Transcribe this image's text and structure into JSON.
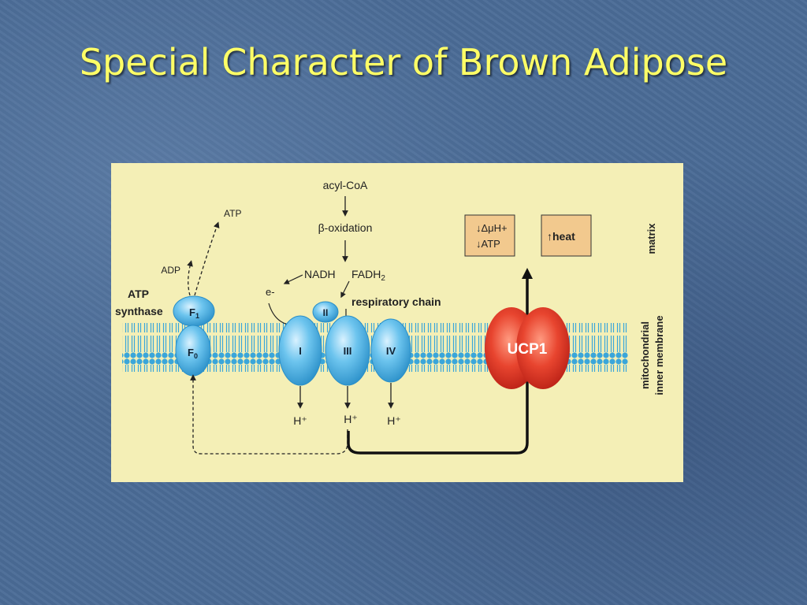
{
  "slide": {
    "title": "Special Character of Brown Adipose"
  },
  "diagram": {
    "colors": {
      "background": "#f4efb6",
      "membrane": "#3ea3d6",
      "protein": "#5fb8e6",
      "ucp1": "#e23a2a",
      "box": "#f2c98e"
    },
    "labels": {
      "acyl_coa": "acyl-CoA",
      "beta_oxidation": "β-oxidation",
      "nadh": "NADH",
      "fadh2": "FADH",
      "fadh2_sub": "2",
      "electron": "e-",
      "respiratory_chain": "respiratory chain",
      "atp_top": "ATP",
      "adp": "ADP",
      "atp_synthase_line1": "ATP",
      "atp_synthase_line2": "synthase",
      "f1": "F",
      "f1_sub": "1",
      "f0": "F",
      "f0_sub": "0",
      "complex_i": "I",
      "complex_ii": "II",
      "complex_iii": "III",
      "complex_iv": "IV",
      "h_plus_1": "H⁺",
      "h_plus_2": "H⁺",
      "h_plus_3": "H⁺",
      "ucp1": "UCP1",
      "box1_line1": "ΔμH+",
      "box1_line2": "ATP",
      "box2": "heat",
      "matrix": "matrix",
      "membrane_line1": "mitochondrial",
      "membrane_line2": "inner membrane"
    }
  }
}
